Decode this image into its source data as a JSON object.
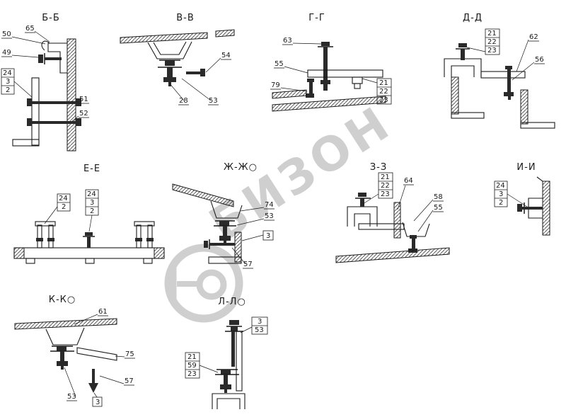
{
  "sheet": {
    "background": "#ffffff",
    "ink": "#1a1a1a"
  },
  "watermark": {
    "text": "БИЗОН",
    "color": "#bdbdbd"
  },
  "sections": {
    "bb": {
      "title": "Б-Б",
      "callouts": [
        "50",
        "65",
        "49",
        "24",
        "3",
        "2",
        "51",
        "52"
      ]
    },
    "vv": {
      "title": "В-В",
      "callouts": [
        "54",
        "28",
        "53"
      ]
    },
    "gg": {
      "title": "Г-Г",
      "callouts": [
        "63",
        "55",
        "79",
        "21",
        "22",
        "23"
      ]
    },
    "dd": {
      "title": "Д-Д",
      "callouts": [
        "21",
        "22",
        "23",
        "62",
        "56"
      ]
    },
    "ee": {
      "title": "Е-Е",
      "callouts": [
        "24",
        "2",
        "24",
        "3",
        "2"
      ]
    },
    "zh": {
      "title": "Ж-Ж○",
      "callouts": [
        "74",
        "53",
        "3",
        "57"
      ]
    },
    "zz": {
      "title": "З-З",
      "callouts": [
        "21",
        "22",
        "23",
        "64",
        "58",
        "55"
      ]
    },
    "ii": {
      "title": "И-И",
      "callouts": [
        "24",
        "3",
        "2"
      ]
    },
    "kk": {
      "title": "К-К○",
      "callouts": [
        "61",
        "75",
        "57",
        "53",
        "3"
      ]
    },
    "ll": {
      "title": "Л-Л○",
      "callouts": [
        "3",
        "53",
        "21",
        "59",
        "23"
      ]
    }
  }
}
